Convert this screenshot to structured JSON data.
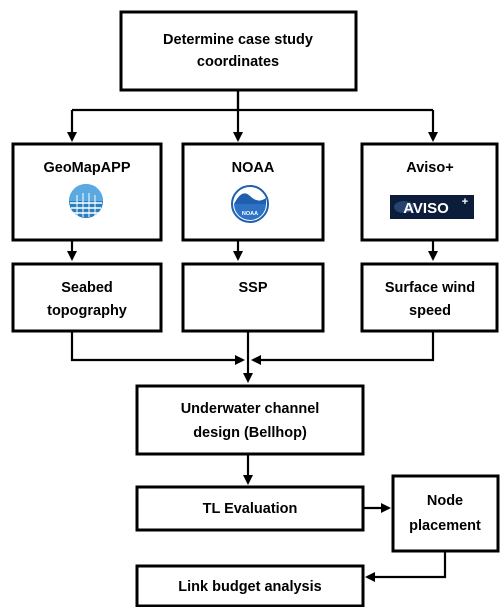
{
  "nodes": {
    "determine": {
      "line1": "Determine case study",
      "line2": "coordinates"
    },
    "geomapapp": {
      "label": "GeoMapAPP",
      "logo": "geomapapp-globe-logo"
    },
    "noaa": {
      "label": "NOAA",
      "logo": "noaa-seal-logo",
      "logo_text": "NOAA"
    },
    "aviso": {
      "label": "Aviso+",
      "logo": "aviso-banner-logo",
      "logo_text": "AVISO",
      "logo_plus": "+"
    },
    "seabed": {
      "line1": "Seabed",
      "line2": "topography"
    },
    "ssp": {
      "label": "SSP"
    },
    "wind": {
      "line1": "Surface wind",
      "line2": "speed"
    },
    "channel": {
      "line1": "Underwater channel",
      "line2": "design (Bellhop)"
    },
    "tl": {
      "label": "TL Evaluation"
    },
    "node_placement": {
      "line1": "Node",
      "line2": "placement"
    },
    "link_budget": {
      "label": "Link budget analysis"
    }
  },
  "colors": {
    "stroke": "#000000",
    "geomapapp_blue": "#2a7fc1",
    "noaa_blue": "#1f5fae",
    "aviso_dark": "#0b1d3a"
  }
}
